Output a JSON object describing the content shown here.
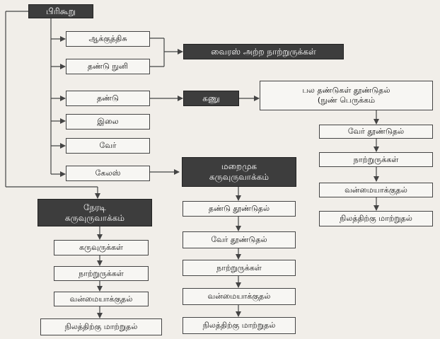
{
  "nodes": {
    "pirikooru": "பிரிகூறு",
    "aakkuthisu": "ஆக்குத்திசு",
    "thandu_nuni": "தண்டு நுனி",
    "thandu": "தண்டு",
    "ilai": "இலை",
    "ver": "வேர்",
    "kelas": "கேலஸ்",
    "virus_free": "வைரஸ் அற்ற நாற்றுருக்கள்",
    "kanu": "கணு",
    "pala_thandugal_line1": "பல தண்டுகள் தூண்டுதல்",
    "pala_thandugal_line2": "(நுண் பெருக்கம்",
    "c3_ver_thoonduthal": "வேர் தூண்டுதல்",
    "c3_natrurukkal": "நாற்றுருக்கள்",
    "c3_vanmaiyakkuthal": "வன்மையாக்குதல்",
    "c3_nilathirku": "நிலத்திற்கு மாற்றுதல்",
    "indirect_line1": "மறைமுக",
    "indirect_line2": "கருவுருவாக்கம்",
    "c2_thandu_thoonduthal": "தண்டு தூண்டுதல்",
    "c2_ver_thoonduthal": "வேர் தூண்டுதல்",
    "c2_natrurukkal": "நாற்றுருக்கள்",
    "c2_vanmaiyakkuthal": "வன்மையாக்குதல்",
    "c2_nilathirku": "நிலத்திற்கு மாற்றுதல்",
    "direct_line1": "நேரடி",
    "direct_line2": "கருவுருவாக்கம்",
    "c1_karuvurukkal": "கருவுருக்கள்",
    "c1_natrurukkal": "நாற்றுருக்கள்",
    "c1_vanmaiyakkuthal": "வன்மையாக்குதல்",
    "c1_nilathirku": "நிலத்திற்கு மாற்றுதல்"
  },
  "colors": {
    "dark_box": "#3d3d3d",
    "line": "#444444",
    "background": "#f1eee9"
  }
}
